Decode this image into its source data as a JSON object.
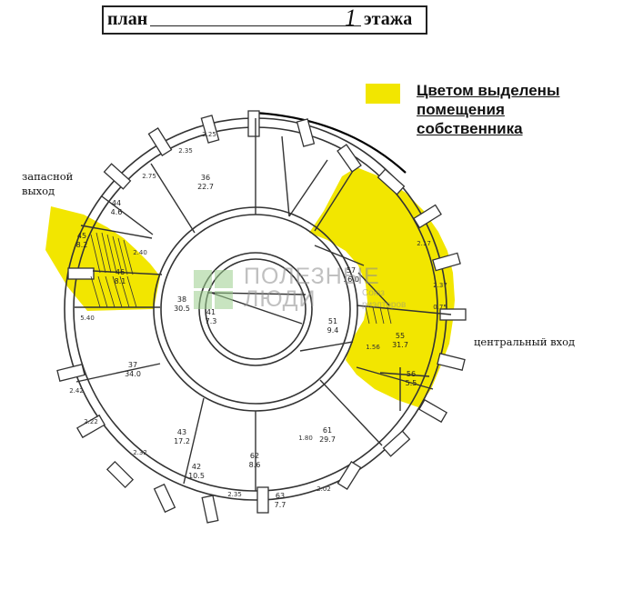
{
  "header": {
    "label_left": "план",
    "floor_number": "1",
    "label_right": "этажа"
  },
  "legend": {
    "swatch_color": "#f2e600",
    "lines": [
      "Цветом выделены",
      "помещения",
      "собственника"
    ]
  },
  "labels": {
    "emergency_exit": [
      "запасной",
      "выход"
    ],
    "main_entrance": "центральный вход"
  },
  "watermark": {
    "line1": "ПОЛЕЗНЫЕ",
    "line2": "ЛЮДИ",
    "small": "Союз",
    "small2": "риэлторов"
  },
  "colors": {
    "highlight": "#f2e600",
    "wall": "#333333",
    "watermark_green": "#9ccf8e"
  },
  "rooms": [
    {
      "id": "room-36",
      "number": "36",
      "area": "22.7"
    },
    {
      "id": "room-38",
      "number": "38",
      "area": "30.5"
    },
    {
      "id": "room-41",
      "number": "41",
      "area": "7.3"
    },
    {
      "id": "room-51",
      "number": "51",
      "area": "9.4"
    },
    {
      "id": "room-55",
      "number": "55",
      "area": "31.7"
    },
    {
      "id": "room-56",
      "number": "56",
      "area": "5.5"
    },
    {
      "id": "room-37",
      "number": "37",
      "area": "34.0"
    },
    {
      "id": "room-43",
      "number": "43",
      "area": "17.2"
    },
    {
      "id": "room-42",
      "number": "42",
      "area": "10.5"
    },
    {
      "id": "room-61",
      "number": "61",
      "area": "29.7"
    },
    {
      "id": "room-62",
      "number": "62",
      "area": "8.6"
    },
    {
      "id": "room-63",
      "number": "63",
      "area": "7.7"
    },
    {
      "id": "room-44",
      "number": "44",
      "area": "4.6"
    },
    {
      "id": "room-45",
      "number": "45",
      "area": "8.2"
    },
    {
      "id": "room-46",
      "number": "46",
      "area": "8.1"
    },
    {
      "id": "room-57",
      "number": "57",
      "area": "16.0"
    }
  ],
  "dimensions": [
    "2.25",
    "2.35",
    "2.75",
    "2.40",
    "2.17",
    "2.37",
    "2.32",
    "5.40",
    "2.35",
    "2.42",
    "2.22",
    "0.75",
    "1.80",
    "1.56",
    "2.02"
  ]
}
